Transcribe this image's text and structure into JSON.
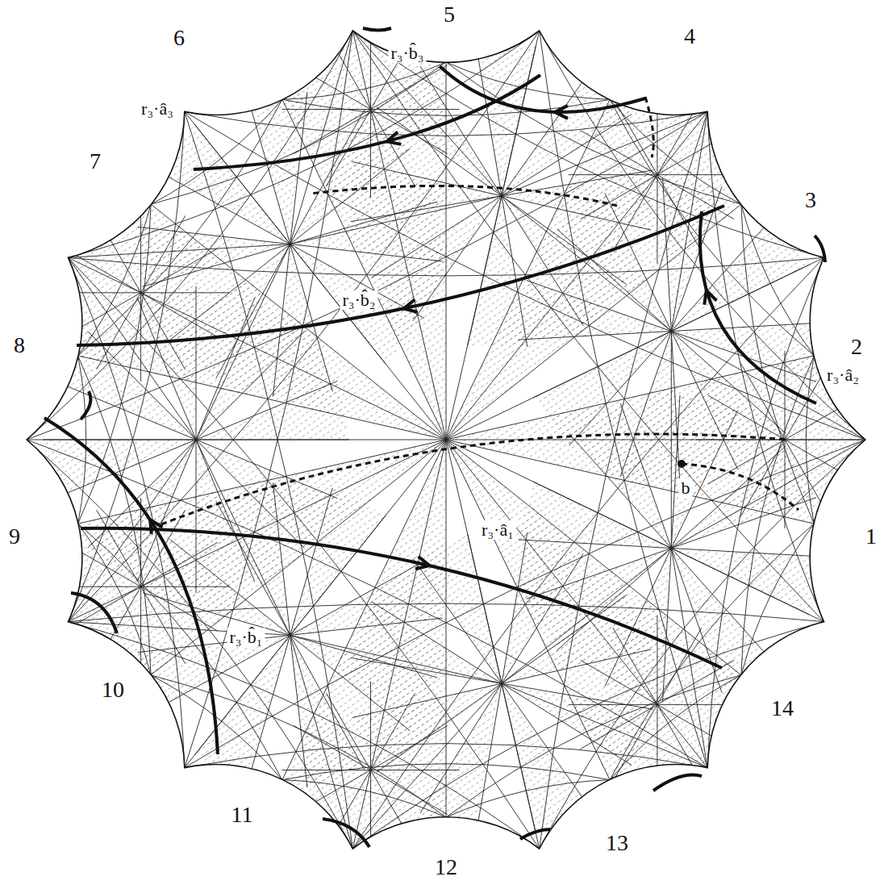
{
  "diagram": {
    "labels": [
      "1",
      "2",
      "3",
      "4",
      "5",
      "6",
      "7",
      "8",
      "9",
      "10",
      "11",
      "12",
      "13",
      "14",
      "r₃·b̂₃",
      "r₃·â₃",
      "r₃·b̂₂",
      "r₃·â₂",
      "b",
      "r₃·â₁",
      "r₃·b̂₁"
    ]
  }
}
